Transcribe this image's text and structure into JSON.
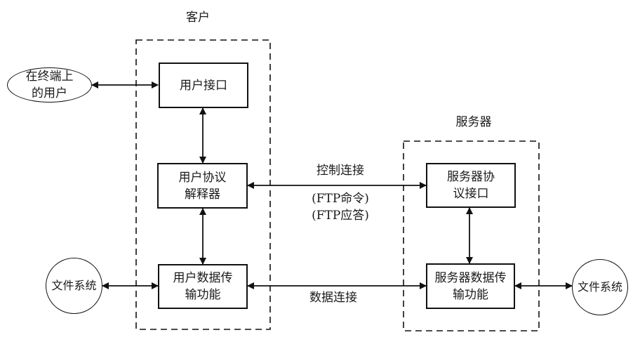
{
  "groups": {
    "client": {
      "label": "客户"
    },
    "server": {
      "label": "服务器"
    }
  },
  "nodes": {
    "terminal_user": "在终端上\n的用户",
    "user_interface": "用户接口",
    "user_pi": "用户协议\n解释器",
    "user_dtp": "用户数据传\n输功能",
    "file_system_left": "文件系统",
    "server_pi": "服务器协\n议接口",
    "server_dtp": "服务器数据传\n输功能",
    "file_system_right": "文件系统"
  },
  "connections": {
    "control_label": "控制连接",
    "control_detail": "(FTP命令)\n(FTP应答)",
    "data_label": "数据连接"
  }
}
